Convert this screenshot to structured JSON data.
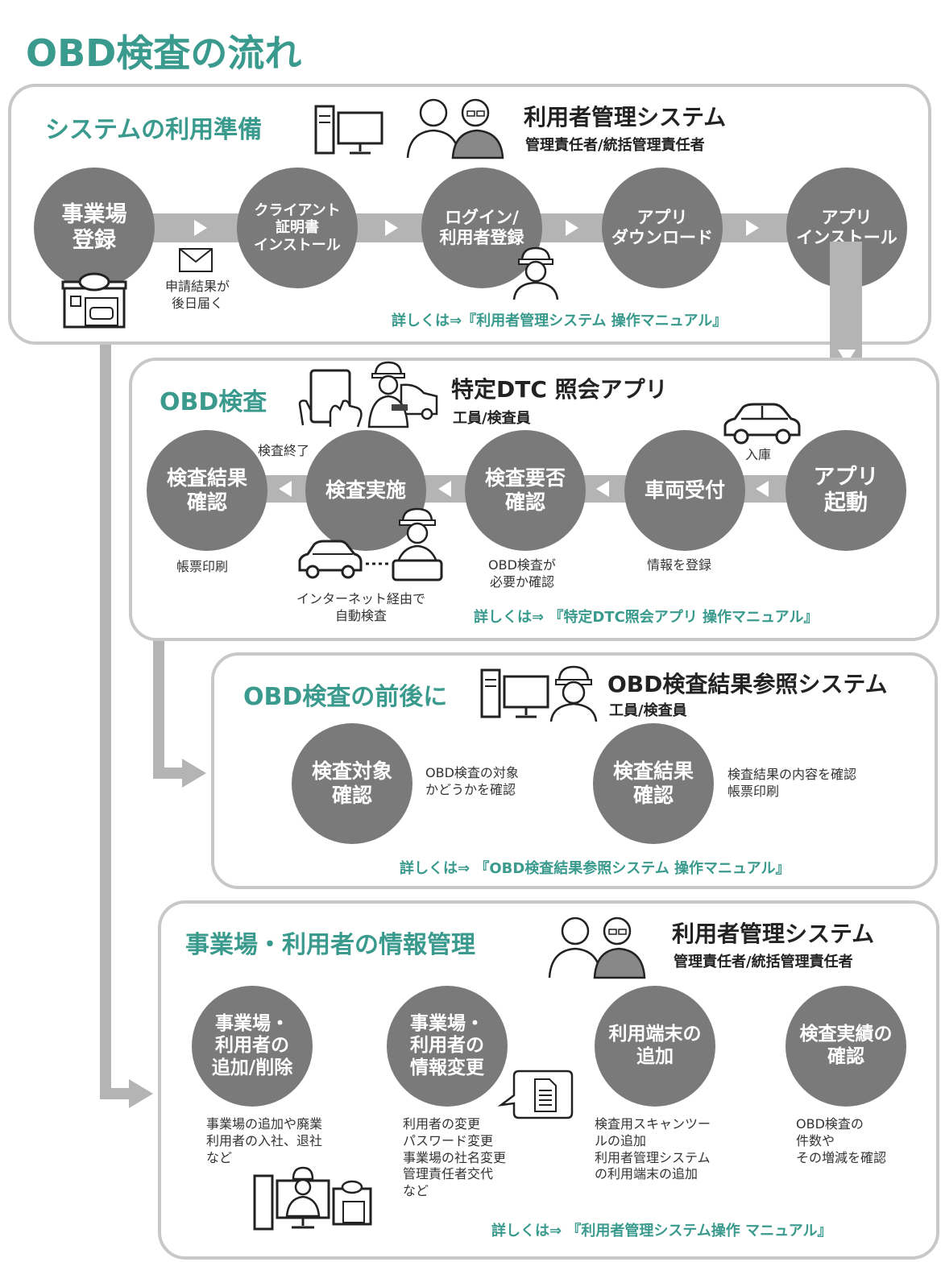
{
  "title": "OBD検査の流れ",
  "sections": {
    "prep": {
      "heading": "システムの利用準備",
      "system": "利用者管理システム",
      "role": "管理責任者/統括管理責任者",
      "steps": [
        "事業場\n登録",
        "クライアント\n証明書\nインストール",
        "ログイン/\n利用者登録",
        "アプリ\nダウンロード",
        "アプリ\nインストール"
      ],
      "mail_note": "申請結果が\n後日届く",
      "manual_link": "詳しくは⇒『利用者管理システム 操作マニュアル』"
    },
    "obd": {
      "heading": "OBD検査",
      "system": "特定DTC 照会アプリ",
      "role": "工員/検査員",
      "steps": [
        "アプリ\n起動",
        "車両受付",
        "検査要否\n確認",
        "検査実施",
        "検査結果\n確認"
      ],
      "notes": {
        "nyuko": "入庫",
        "register": "情報を登録",
        "necessity": "OBD検査が\n必要か確認",
        "auto": "インターネット経由で\n自動検査",
        "finished": "検査終了",
        "print": "帳票印刷"
      },
      "manual_link": "詳しくは⇒ 『特定DTC照会アプリ 操作マニュアル』"
    },
    "around": {
      "heading": "OBD検査の前後に",
      "system": "OBD検査結果参照システム",
      "role": "工員/検査員",
      "steps": [
        "検査対象\n確認",
        "検査結果\n確認"
      ],
      "notes": [
        "OBD検査の対象\nかどうかを確認",
        "検査結果の内容を確認\n帳票印刷"
      ],
      "manual_link": "詳しくは⇒ 『OBD検査結果参照システム 操作マニュアル』"
    },
    "manage": {
      "heading": "事業場・利用者の情報管理",
      "system": "利用者管理システム",
      "role": "管理責任者/統括管理責任者",
      "steps": [
        "事業場・\n利用者の\n追加/削除",
        "事業場・\n利用者の\n情報変更",
        "利用端末の\n追加",
        "検査実績の\n確認"
      ],
      "notes": [
        "事業場の追加や廃業\n利用者の入社、退社\nなど",
        "利用者の変更\nパスワード変更\n事業場の社名変更\n管理責任者交代\nなど",
        "検査用スキャンツー\nルの追加\n利用者管理システム\nの利用端末の追加",
        "OBD検査の\n件数や\nその増減を確認"
      ],
      "manual_link": "詳しくは⇒ 『利用者管理システム操作 マニュアル』"
    }
  },
  "colors": {
    "accent": "#3a9a8d",
    "circle": "#7a7a7a",
    "connector": "#b4b4b4",
    "border": "#c8c8c8"
  },
  "icons": [
    "pc-icon",
    "managers-icon",
    "mail-icon",
    "shop-icon",
    "worker-icon",
    "tablet-icon",
    "car-icon",
    "document-icon"
  ]
}
